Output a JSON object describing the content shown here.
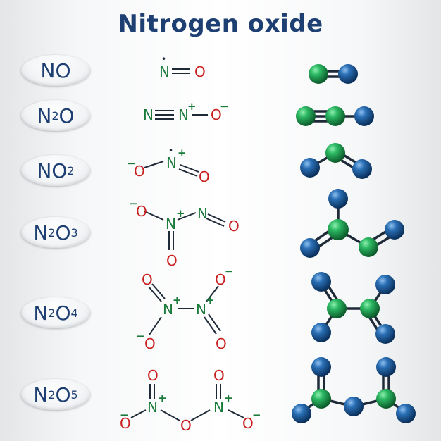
{
  "title": "Nitrogen oxide",
  "compounds": [
    {
      "formula_main": "NO",
      "parts": [
        {
          "t": "NO"
        }
      ]
    },
    {
      "formula_main": "N2O",
      "parts": [
        {
          "t": "N"
        },
        {
          "s": "2"
        },
        {
          "t": "O"
        }
      ]
    },
    {
      "formula_main": "NO2",
      "parts": [
        {
          "t": "NO"
        },
        {
          "s": "2"
        }
      ]
    },
    {
      "formula_main": "N2O3",
      "parts": [
        {
          "t": "N"
        },
        {
          "s": "2"
        },
        {
          "t": "O"
        },
        {
          "s": "3"
        }
      ]
    },
    {
      "formula_main": "N2O4",
      "parts": [
        {
          "t": "N"
        },
        {
          "s": "2"
        },
        {
          "t": "O"
        },
        {
          "s": "4"
        }
      ]
    },
    {
      "formula_main": "N2O5",
      "parts": [
        {
          "t": "N"
        },
        {
          "s": "2"
        },
        {
          "t": "O"
        },
        {
          "s": "5"
        }
      ]
    }
  ],
  "atoms": {
    "N": "N",
    "O": "O",
    "plus": "+",
    "minus": "−",
    "dot": "•"
  },
  "colors": {
    "title": "#1d3f72",
    "nitrogen_label": "#1a7a3a",
    "oxygen_label": "#c81e1e",
    "charge": "#1a7a3a",
    "nitrogen_ball": "#1f9a4e",
    "oxygen_ball": "#1f5c9a",
    "bond": "#1f2a38"
  }
}
